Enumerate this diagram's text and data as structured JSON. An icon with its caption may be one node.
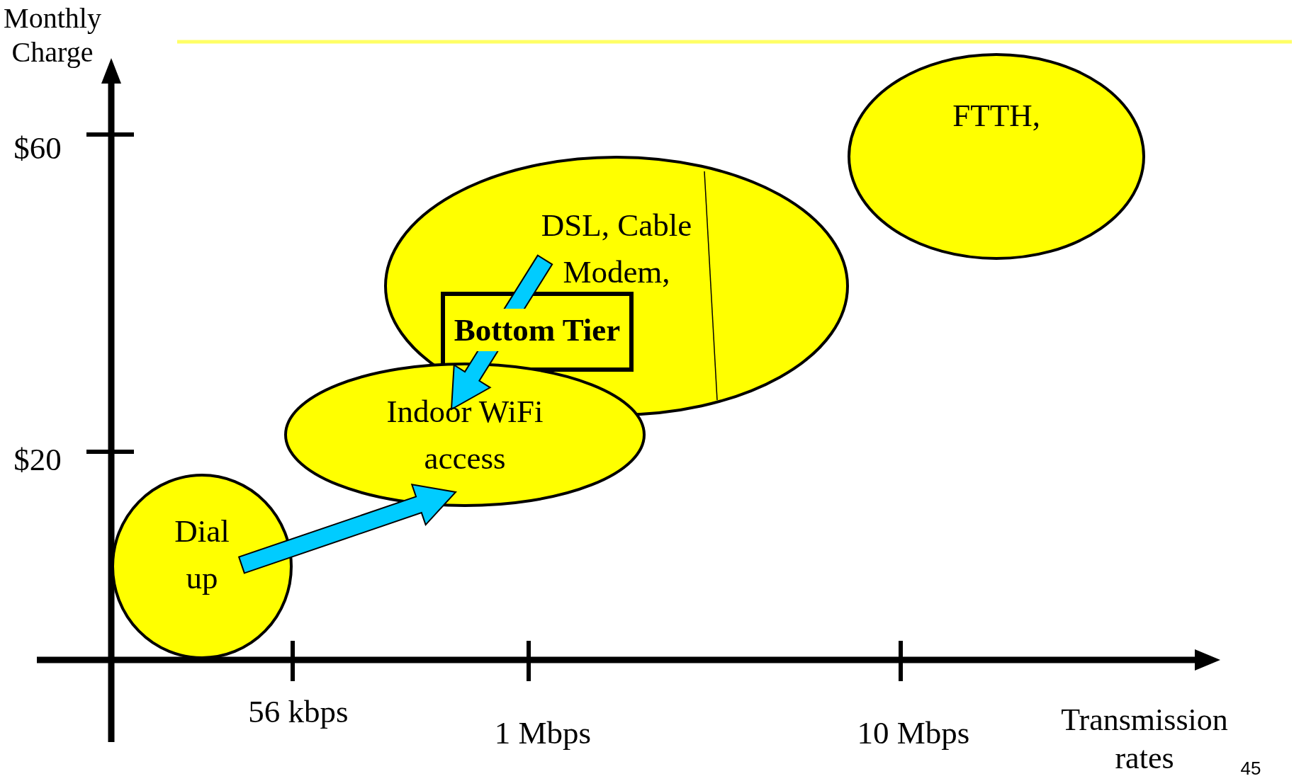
{
  "diagram": {
    "nodes": [
      {
        "text": [
          "Dial up"
        ]
      },
      {
        "text": [
          "Indoor WiFi access"
        ]
      },
      {
        "text": [
          "DSL, Cable Modem,"
        ]
      },
      {
        "text": [
          "FTTH,"
        ]
      },
      {
        "text": [
          "Bottom Tier"
        ],
        "in": 2
      }
    ],
    "edges": [
      {
        "from": 0,
        "to": 1,
        "arrow": "to",
        "style": "thick"
      },
      {
        "from": 2,
        "to": 1,
        "arrow": "to",
        "style": "thick"
      }
    ],
    "labels": [
      "Monthly Charge",
      "$60",
      "$20",
      "56 kbps",
      "1 Mbps",
      "10 Mbps",
      "Transmission rates",
      "45"
    ]
  }
}
